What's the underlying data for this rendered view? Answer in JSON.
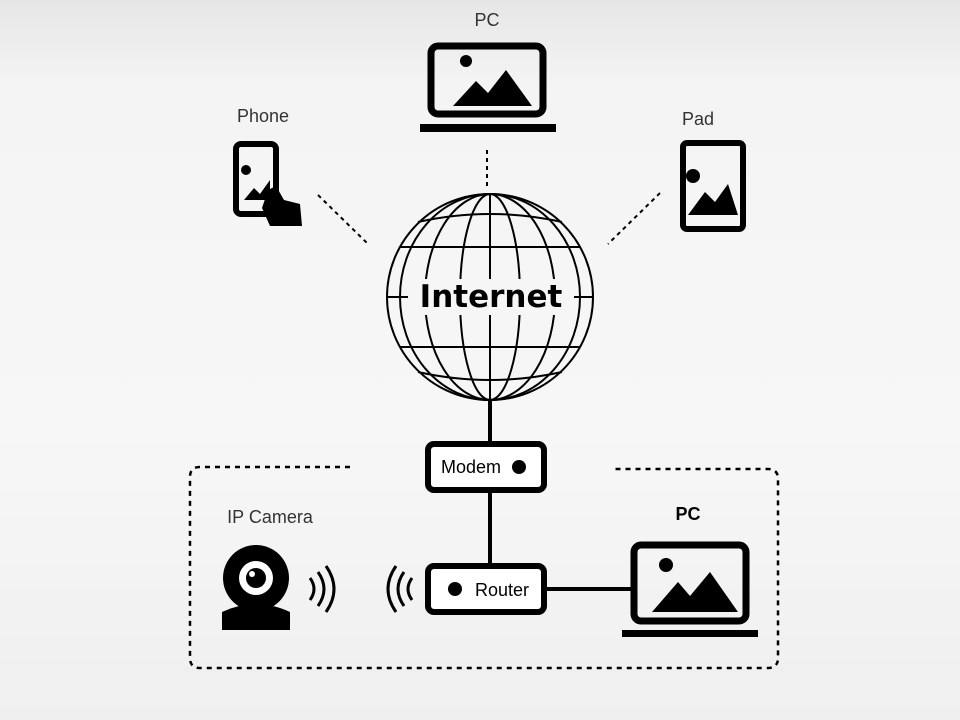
{
  "devices": {
    "pc_top": "PC",
    "phone": "Phone",
    "pad": "Pad",
    "ip_camera": "IP Camera",
    "pc_local": "PC"
  },
  "network": {
    "internet": "Internet",
    "modem": "Modem",
    "router": "Router"
  }
}
